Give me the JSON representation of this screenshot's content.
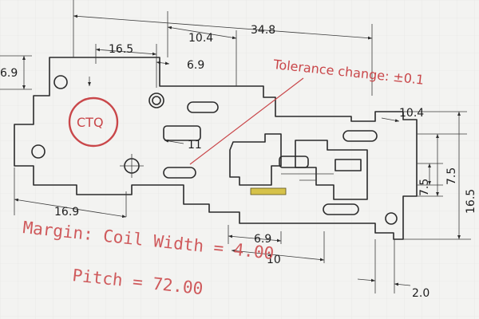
{
  "colors": {
    "paper": "#f3f3f1",
    "ink": "#2b2b2b",
    "annotation_red": "#c9474a",
    "highlight_yellow": "#d6c24a"
  },
  "dimensions": {
    "top_overall": "34.8",
    "top_mid": "10.4",
    "top_left": "16.5",
    "inner_6_9": "6.9",
    "left_edge": "6.9",
    "slot_11": "11",
    "bottom_left": "16.9",
    "bottom_6_9": "6.9",
    "bottom_10": "10",
    "bottom_right": "2.0",
    "right_10_4": "10.4",
    "right_7_5_a": "7.5",
    "right_7_5_b": "7.5",
    "right_16_5": "16.5"
  },
  "annotations": {
    "ctq": "CTQ",
    "tolerance": "Tolerance change: ±0.1",
    "margin_line": "Margin: Coil Width = 4.00",
    "pitch_line": "Pitch = 72.00"
  }
}
